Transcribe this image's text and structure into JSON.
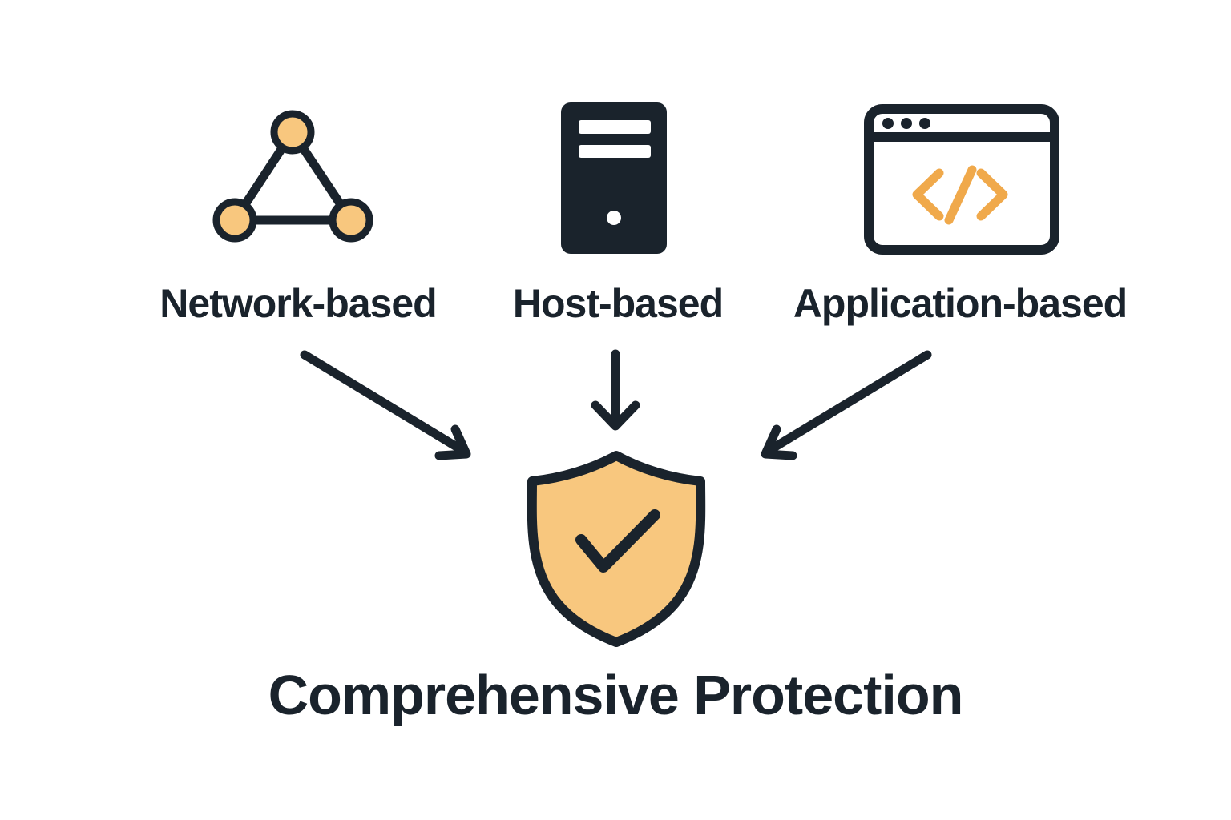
{
  "diagram": {
    "title": "Comprehensive Protection",
    "nodes": [
      {
        "id": "network",
        "label": "Network-based",
        "icon": "network-triangle-icon"
      },
      {
        "id": "host",
        "label": "Host-based",
        "icon": "server-tower-icon"
      },
      {
        "id": "application",
        "label": "Application-based",
        "icon": "browser-code-icon"
      }
    ],
    "target": {
      "id": "comprehensive-protection",
      "icon": "shield-check-icon"
    },
    "arrows": [
      {
        "from": "network",
        "to": "comprehensive-protection"
      },
      {
        "from": "host",
        "to": "comprehensive-protection"
      },
      {
        "from": "application",
        "to": "comprehensive-protection"
      }
    ],
    "colors": {
      "ink": "#1A232C",
      "icon_fill_orange": "#F8C77E",
      "code_symbol_orange": "#F0A94B",
      "background": "#FFFFFF"
    }
  }
}
